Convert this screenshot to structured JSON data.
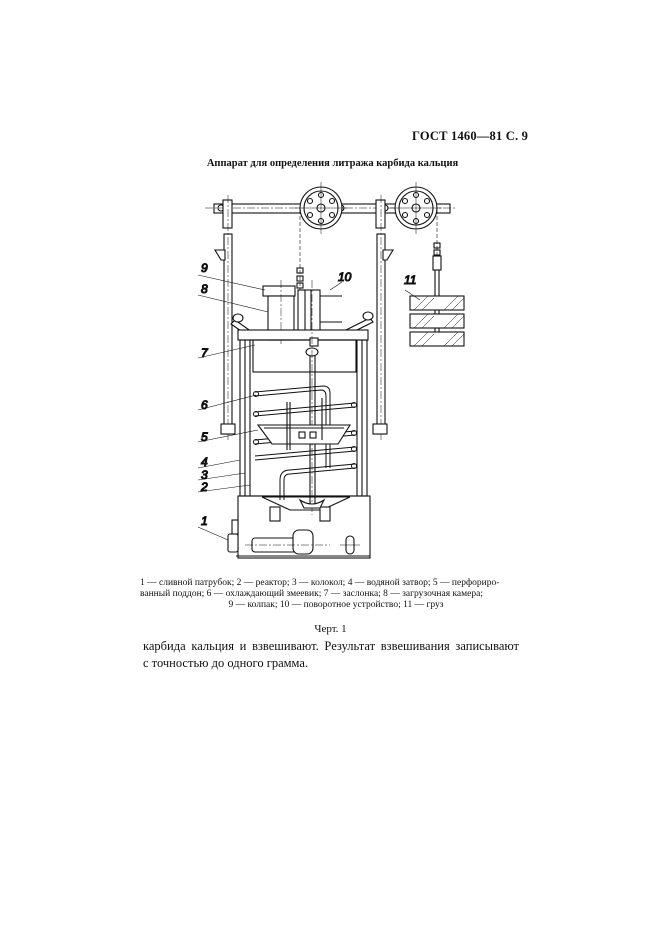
{
  "header": {
    "text": "ГОСТ 1460—81 С. 9"
  },
  "figure": {
    "title": "Аппарат для определения литража карбида кальция",
    "labels": [
      "1",
      "2",
      "3",
      "4",
      "5",
      "6",
      "7",
      "8",
      "9",
      "10",
      "11"
    ],
    "legend": [
      {
        "num": "1",
        "text": "сливной патрубок;"
      },
      {
        "num": "2",
        "text": "реактор;"
      },
      {
        "num": "3",
        "text": "колокол;"
      },
      {
        "num": "4",
        "text": "водяной затвор;"
      },
      {
        "num": "5",
        "text": "перфорированный поддон;"
      },
      {
        "num": "6",
        "text": "охлаждающий змеевик;"
      },
      {
        "num": "7",
        "text": "заслонка;"
      },
      {
        "num": "8",
        "text": "загрузочная камера;"
      },
      {
        "num": "9",
        "text": "колпак;"
      },
      {
        "num": "10",
        "text": "поворотное устройство;"
      },
      {
        "num": "11",
        "text": "груз"
      }
    ],
    "legend_lines": [
      "1 — сливной патрубок; 2 — реактор; 3 — колокол; 4 — водяной затвор; 5 — перфориро-",
      "ванный поддон; 6 — охлаждающий змеевик; 7 — заслонка; 8 — загрузочная камера;",
      "9 — колпак; 10 — поворотное устройство; 11 — груз"
    ],
    "caption": "Черт. 1"
  },
  "body": {
    "line1": "карбида кальция и взвешивают. Результат взвешивания записывают",
    "line2": "с точностью до одного грамма."
  }
}
